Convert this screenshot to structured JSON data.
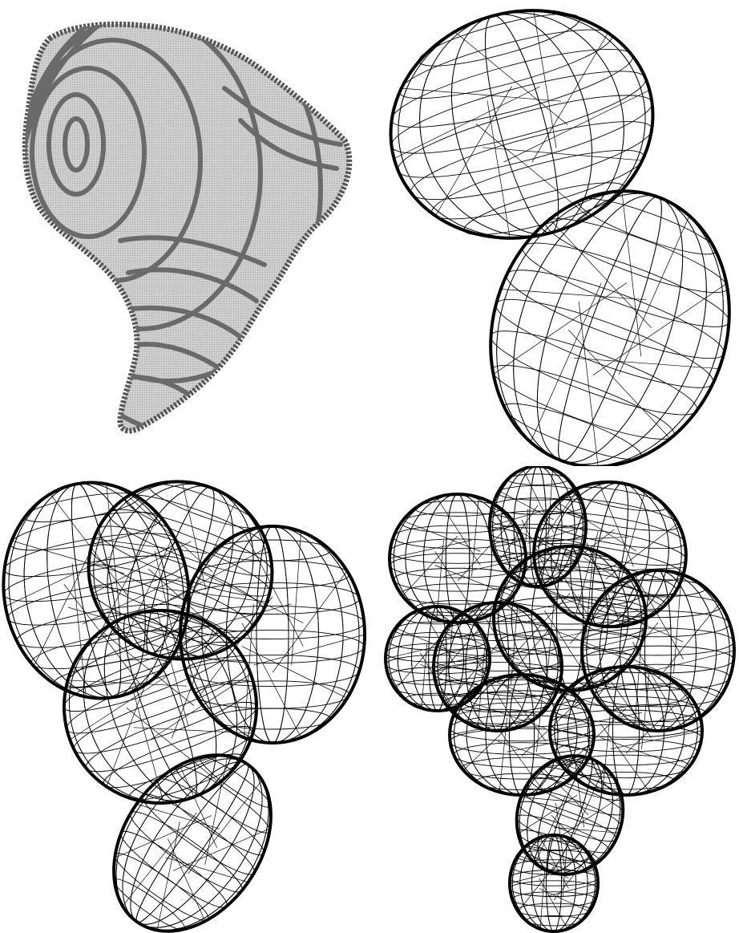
{
  "figure": {
    "panels": [
      {
        "id": "top-left",
        "kind": "voxel-contour-rendering",
        "colors": {
          "fill": "#c8c8c8",
          "contour": "#6a6a6a",
          "edge": "#555555"
        }
      },
      {
        "id": "top-right",
        "kind": "wireframe-ellipsoids",
        "ellipsoid_count": 2,
        "colors": {
          "line": "#000000"
        }
      },
      {
        "id": "bottom-left",
        "kind": "wireframe-ellipsoids",
        "ellipsoid_count": 5,
        "colors": {
          "line": "#000000"
        }
      },
      {
        "id": "bottom-right",
        "kind": "wireframe-ellipsoids",
        "ellipsoid_count": 11,
        "colors": {
          "line": "#000000"
        }
      }
    ]
  }
}
